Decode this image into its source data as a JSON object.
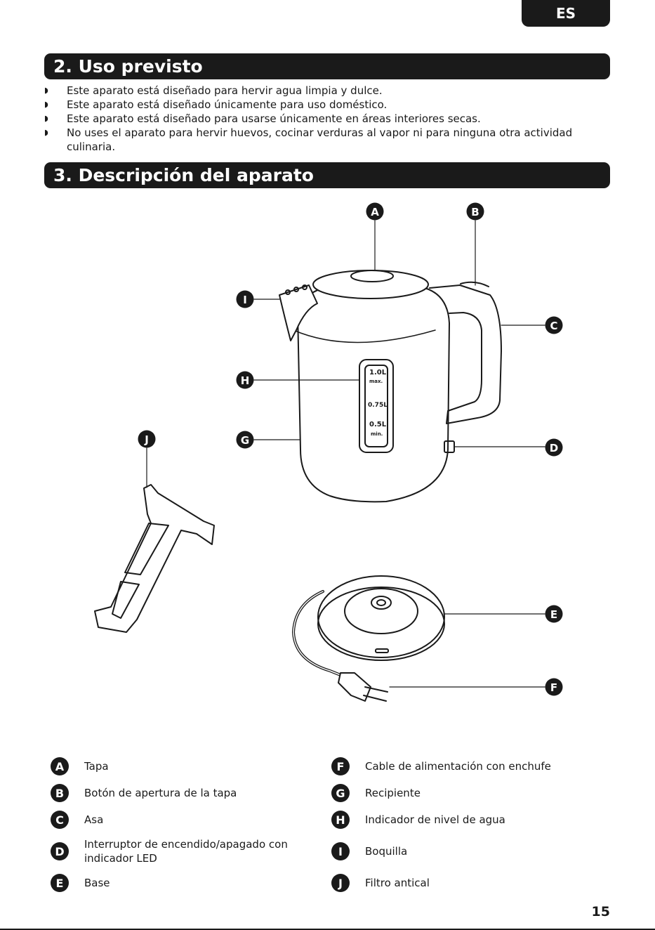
{
  "lang_tab": "ES",
  "section2": {
    "title": "2. Uso previsto",
    "bullets": [
      "Este aparato está diseñado para hervir agua limpia y dulce.",
      "Este aparato está diseñado únicamente para uso doméstico.",
      "Este aparato está diseñado para usarse únicamente en áreas interiores secas.",
      "No uses el aparato para hervir huevos, cocinar verduras al vapor ni para ninguna otra actividad culinaria."
    ]
  },
  "section3": {
    "title": "3. Descripción del aparato"
  },
  "diagram": {
    "markers": {
      "A": "A",
      "B": "B",
      "C": "C",
      "D": "D",
      "E": "E",
      "F": "F",
      "G": "G",
      "H": "H",
      "I": "I",
      "J": "J"
    },
    "water_gauge": {
      "max_value": "1.0L",
      "max_label": "max.",
      "mid": "0.75L",
      "min_value": "0.5L",
      "min_label": "min."
    }
  },
  "legend": [
    {
      "letter": "A",
      "label": "Tapa"
    },
    {
      "letter": "B",
      "label": "Botón de apertura de la tapa"
    },
    {
      "letter": "C",
      "label": "Asa"
    },
    {
      "letter": "D",
      "label": "Interruptor de encendido/apagado con indicador LED"
    },
    {
      "letter": "E",
      "label": "Base"
    },
    {
      "letter": "F",
      "label": "Cable de alimentación con enchufe"
    },
    {
      "letter": "G",
      "label": "Recipiente"
    },
    {
      "letter": "H",
      "label": "Indicador de nivel de agua"
    },
    {
      "letter": "I",
      "label": "Boquilla"
    },
    {
      "letter": "J",
      "label": "Filtro antical"
    }
  ],
  "page_number": "15"
}
